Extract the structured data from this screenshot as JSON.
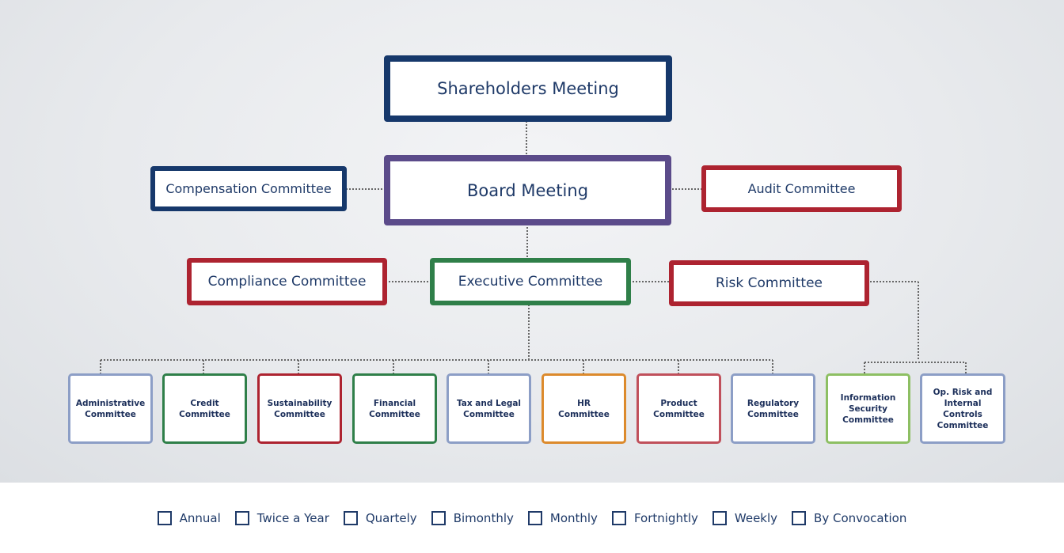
{
  "diagram": {
    "shareholders": "Shareholders Meeting",
    "board": "Board Meeting",
    "compensation": "Compensation Committee",
    "audit": "Audit Committee",
    "compliance": "Compliance Committee",
    "executive": "Executive Committee",
    "risk": "Risk Committee",
    "administrative": "Administrative\nCommittee",
    "credit": "Credit Committee",
    "sustainability": "Sustainability\nCommittee",
    "financial": "Financial\nCommittee",
    "tax_legal": "Tax and Legal\nCommittee",
    "hr": "HR\nCommittee",
    "product": "Product\nCommittee",
    "regulatory": "Regulatory\nCommittee",
    "info_security": "Information\nSecurity\nCommittee",
    "op_risk": "Op. Risk and\nInternal Controls\nCommittee"
  },
  "legend": {
    "annual": "Annual",
    "twice": "Twice a Year",
    "quarterly": "Quartely",
    "bimonthly": "Bimonthly",
    "monthly": "Monthly",
    "fortnightly": "Fortnightly",
    "weekly": "Weekly",
    "convocation": "By Convocation"
  },
  "colors": {
    "annual": "#16386b",
    "twice_a_year": "#5b4b8a",
    "quarterly": "#ad2330",
    "bimonthly": "#8dbf63",
    "monthly": "#8c9ec6",
    "fortnightly": "#dc8a2c",
    "weekly": "#2f7f49",
    "by_convocation": "#c0505b"
  }
}
